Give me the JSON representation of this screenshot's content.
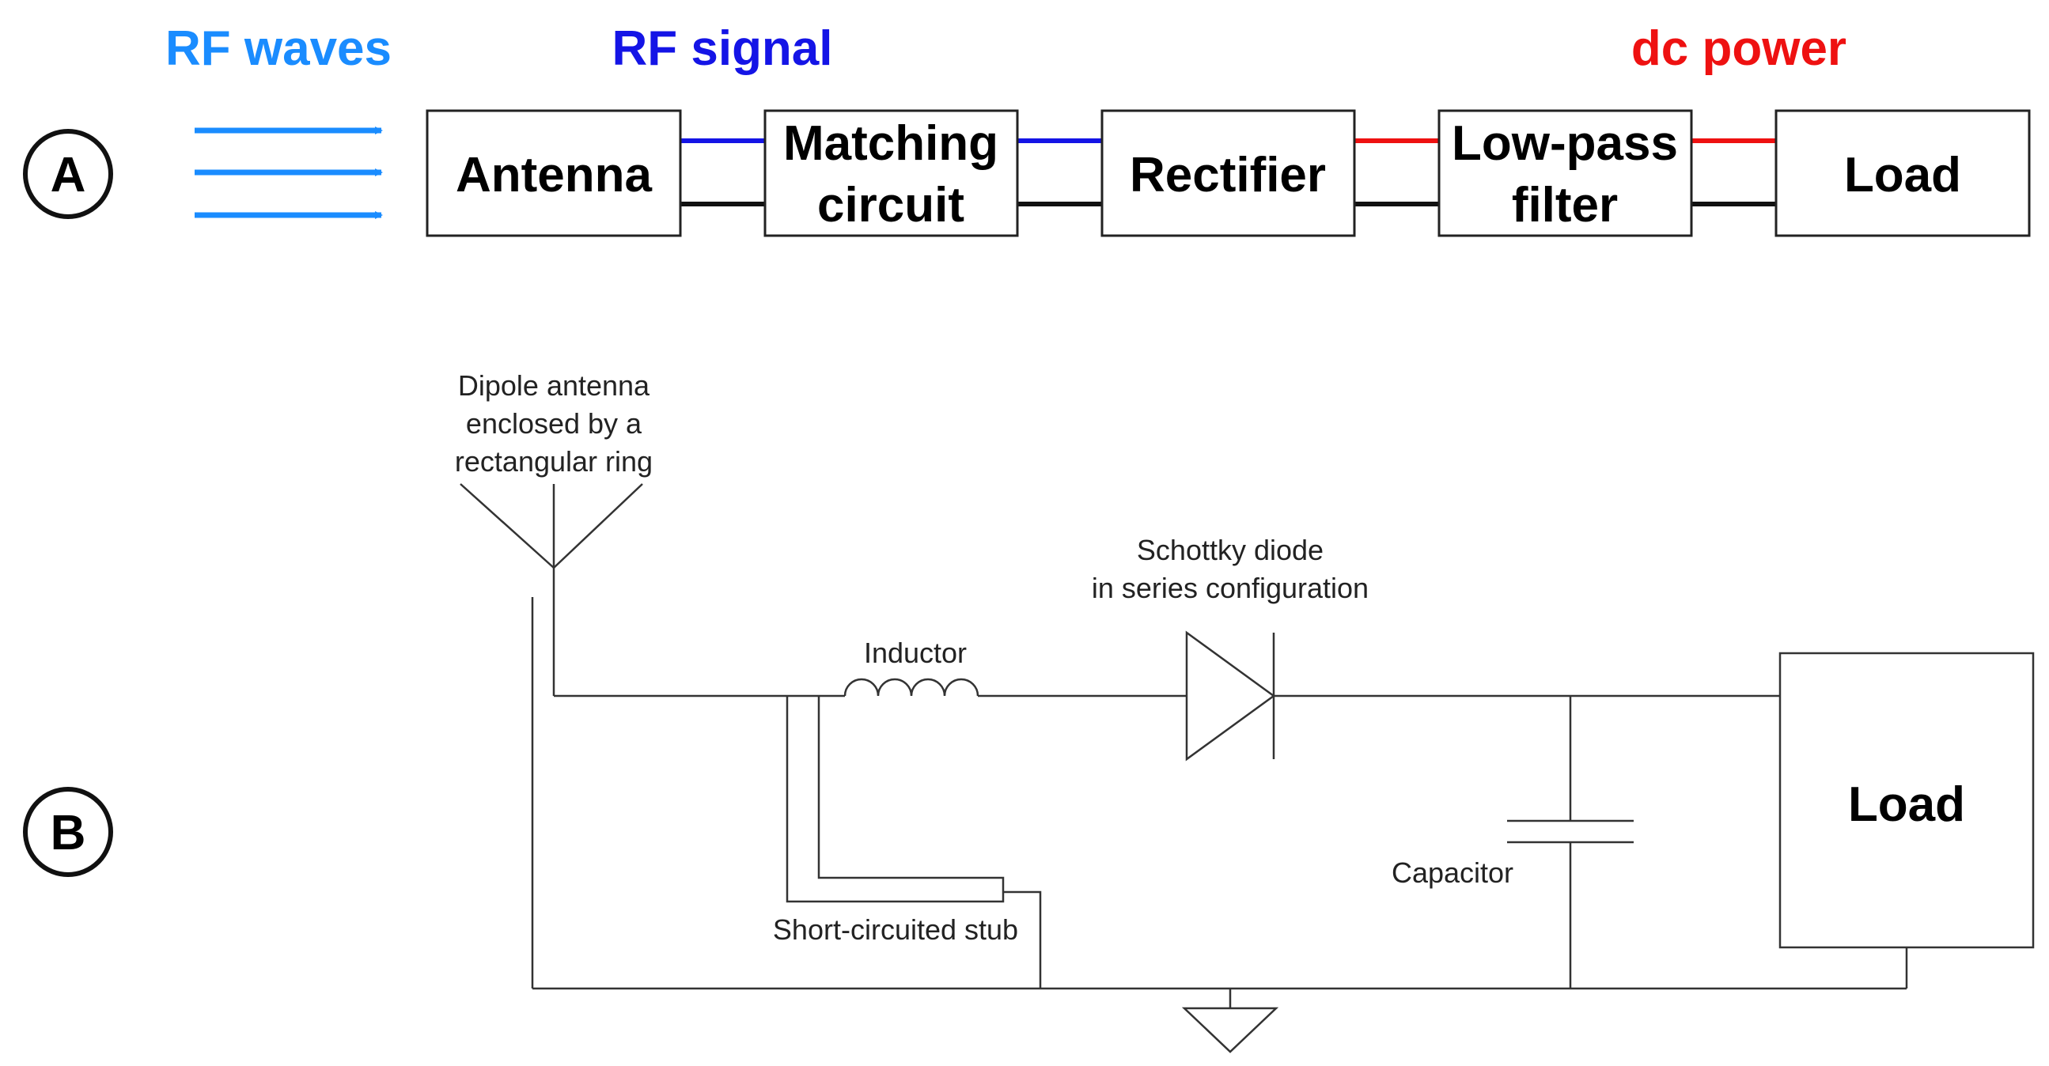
{
  "panel_a": {
    "label": "A",
    "headers": {
      "rf_waves": "RF waves",
      "rf_signal": "RF signal",
      "dc_power": "dc power"
    },
    "blocks": {
      "antenna": [
        "Antenna"
      ],
      "matching": [
        "Matching",
        "circuit"
      ],
      "rectifier": [
        "Rectifier"
      ],
      "lowpass": [
        "Low-pass",
        "filter"
      ],
      "load": [
        "Load"
      ]
    }
  },
  "panel_b": {
    "label": "B",
    "antenna_caption": [
      "Dipole antenna",
      "enclosed by a",
      "rectangular ring"
    ],
    "inductor": "Inductor",
    "diode_caption": [
      "Schottky diode",
      "in series configuration"
    ],
    "stub": "Short-circuited stub",
    "capacitor": "Capacitor",
    "load": "Load"
  },
  "colors": {
    "rf_waves": "#1a8cff",
    "rf_signal": "#1414e6",
    "dc_power": "#ee1111",
    "wire": "#111111"
  }
}
